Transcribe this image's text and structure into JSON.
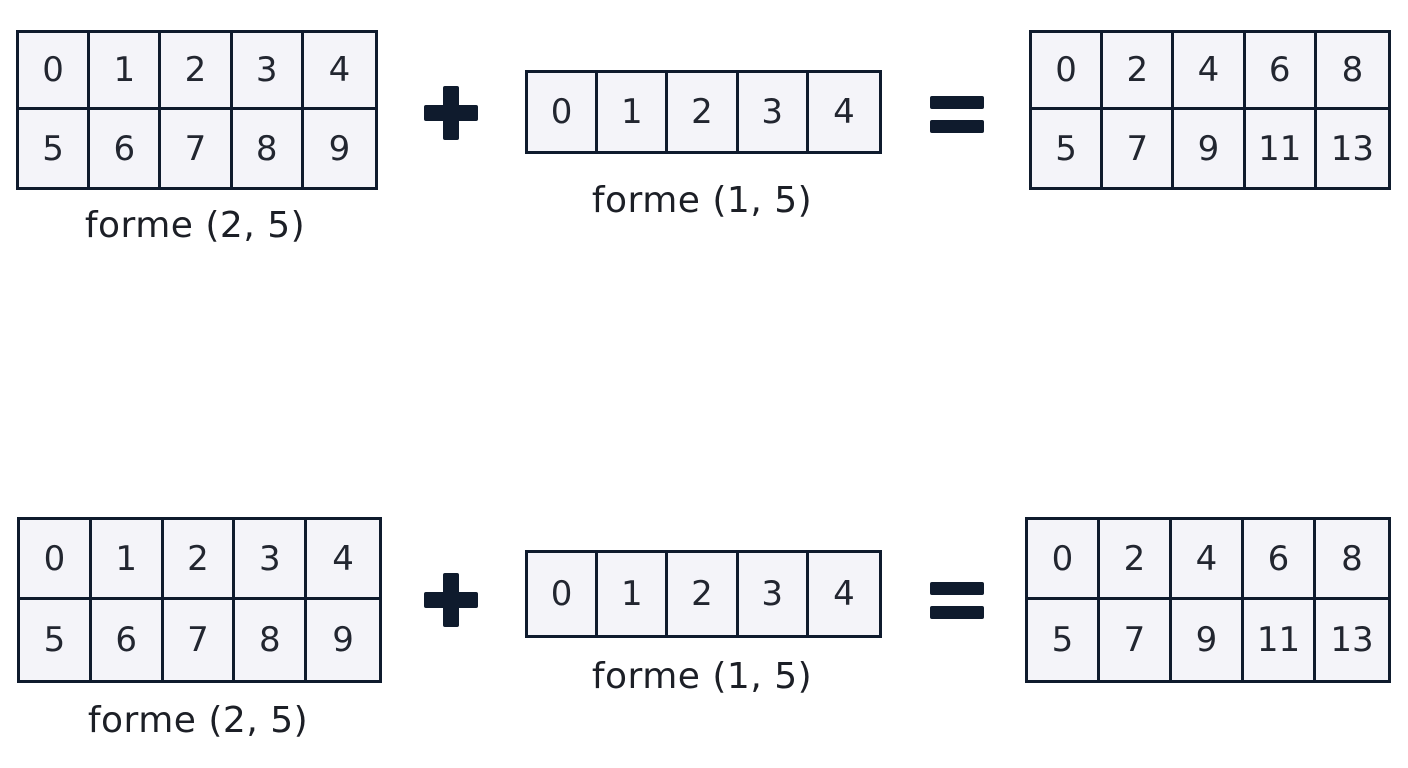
{
  "rows": [
    {
      "matrix_a": {
        "values": [
          [
            "0",
            "1",
            "2",
            "3",
            "4"
          ],
          [
            "5",
            "6",
            "7",
            "8",
            "9"
          ]
        ],
        "caption": "forme (2, 5)"
      },
      "operator_plus": "plus-icon",
      "vector_b": {
        "values": [
          [
            "0",
            "1",
            "2",
            "3",
            "4"
          ]
        ],
        "caption": "forme (1, 5)"
      },
      "operator_equals": "equals-icon",
      "result": {
        "values": [
          [
            "0",
            "2",
            "4",
            "6",
            "8"
          ],
          [
            "5",
            "7",
            "9",
            "11",
            "13"
          ]
        ]
      }
    },
    {
      "matrix_a": {
        "values": [
          [
            "0",
            "1",
            "2",
            "3",
            "4"
          ],
          [
            "5",
            "6",
            "7",
            "8",
            "9"
          ]
        ],
        "caption": "forme (2, 5)"
      },
      "operator_plus": "plus-icon",
      "vector_b": {
        "values": [
          [
            "0",
            "1",
            "2",
            "3",
            "4"
          ]
        ],
        "caption": "forme (1, 5)"
      },
      "operator_equals": "equals-icon",
      "result": {
        "values": [
          [
            "0",
            "2",
            "4",
            "6",
            "8"
          ],
          [
            "5",
            "7",
            "9",
            "11",
            "13"
          ]
        ]
      }
    }
  ],
  "colors": {
    "border": "#0f1b2d",
    "cell_fill": "#f4f4f9",
    "operator": "#0f1b2d",
    "text": "#1c1f26"
  }
}
